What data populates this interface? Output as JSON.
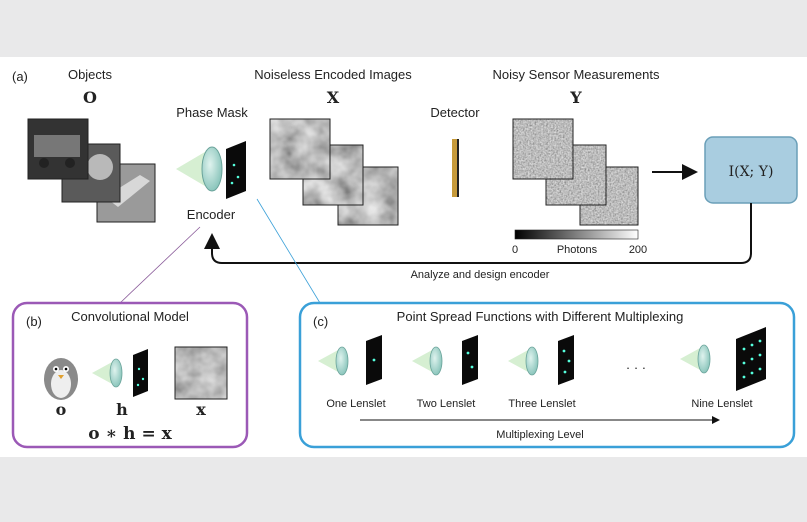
{
  "panel_a": {
    "tag": "(a)",
    "objects_label": "Objects",
    "objects_symbol": "O",
    "phase_mask_label": "Phase Mask",
    "encoded_label": "Noiseless Encoded Images",
    "encoded_symbol": "X",
    "detector_label": "Detector",
    "noisy_label": "Noisy Sensor Measurements",
    "noisy_symbol": "Y",
    "encoder_label": "Encoder",
    "mutual_info": "I(X; Y)",
    "colorbar": {
      "min": "0",
      "label": "Photons",
      "max": "200"
    },
    "feedback_label": "Analyze and design encoder"
  },
  "panel_b": {
    "tag": "(b)",
    "title": "Convolutional Model",
    "o_label": "o",
    "h_label": "h",
    "x_label": "x",
    "equation": "o ∗ h = x"
  },
  "panel_c": {
    "tag": "(c)",
    "title": "Point Spread Functions with Different Multiplexing",
    "items": [
      "One Lenslet",
      "Two Lenslet",
      "Three Lenslet",
      "Nine Lenslet"
    ],
    "ellipsis": "· · ·",
    "axis_label": "Multiplexing Level"
  },
  "colors": {
    "panel_b_border": "#9b59b6",
    "panel_c_border": "#3aa0d8",
    "info_box_fill": "#a9cde0",
    "lens": "#9fd3c7",
    "cone": "#d6efd2",
    "detector": "#c69a3a"
  }
}
